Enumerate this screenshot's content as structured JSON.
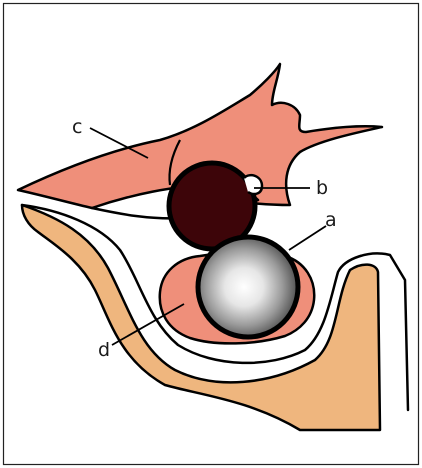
{
  "diagram": {
    "labels": {
      "a": "a",
      "b": "b",
      "c": "c",
      "d": "d"
    },
    "colors": {
      "salmon": "#ef8f7a",
      "tan": "#efb67e",
      "dark_ball": "#3d0509",
      "outline": "#000000",
      "background": "#ffffff"
    }
  }
}
